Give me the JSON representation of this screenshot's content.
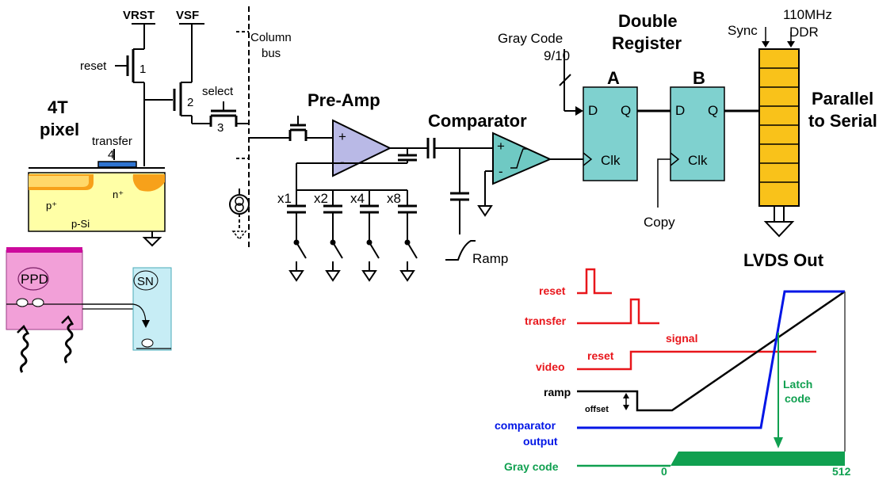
{
  "pixel": {
    "vrst": "VRST",
    "vsf": "VSF",
    "reset": "reset",
    "select": "select",
    "transfer": "transfer",
    "title_line1": "4T",
    "title_line2": "pixel",
    "t1": "1",
    "t2": "2",
    "t3": "3",
    "t4": "4",
    "p_plus": "p⁺",
    "n_plus": "n⁺",
    "p_si": "p-Si",
    "ppd": "PPD",
    "sn": "SN"
  },
  "column_bus": {
    "line1": "Column",
    "line2": "bus"
  },
  "preamp": {
    "title": "Pre-Amp",
    "plus": "+",
    "minus": "-",
    "gains": [
      "x1",
      "x2",
      "x4",
      "x8"
    ]
  },
  "comparator": {
    "title": "Comparator",
    "plus": "+",
    "minus": "-",
    "ramp": "Ramp"
  },
  "gray_code": {
    "line1": "Gray Code",
    "line2": "9/10"
  },
  "register": {
    "title_line1": "Double",
    "title_line2": "Register",
    "a": "A",
    "b": "B",
    "d": "D",
    "q": "Q",
    "clk": "Clk",
    "copy": "Copy"
  },
  "serializer": {
    "sync": "Sync",
    "freq_line1": "110MHz",
    "freq_line2": "DDR",
    "title_line1": "Parallel",
    "title_line2": "to Serial",
    "lvds": "LVDS Out"
  },
  "timing": {
    "reset": "reset",
    "transfer": "transfer",
    "video": "video",
    "video_reset": "reset",
    "signal": "signal",
    "ramp": "ramp",
    "offset": "offset",
    "comparator_line1": "comparator",
    "comparator_line2": "output",
    "gray_code": "Gray code",
    "latch_line1": "Latch",
    "latch_line2": "code",
    "tick_start": "0",
    "tick_end": "512"
  },
  "colors": {
    "red": "#e8161b",
    "blue": "#0015e6",
    "green": "#10a050",
    "preamp_fill": "#b9b9e6",
    "comparator_fill": "#6fc9c3",
    "register_fill": "#7fd1cf",
    "serializer_fill": "#f9c21a",
    "pixel_pink": "#f2a0d8",
    "sn_blue": "#c7edf5"
  }
}
